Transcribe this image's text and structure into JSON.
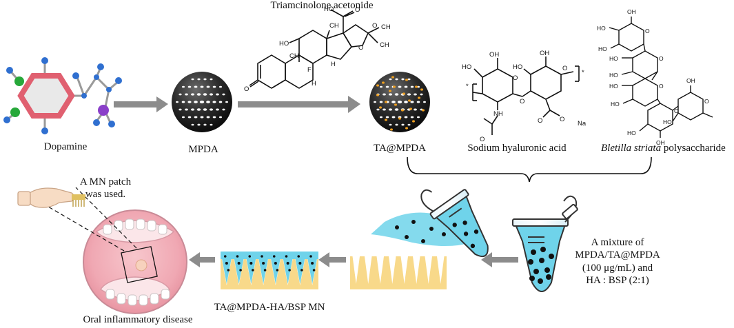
{
  "labels": {
    "triamcinolone": "Triamcinolone acetonide",
    "dopamine": "Dopamine",
    "mpda": "MPDA",
    "ta_mpda": "TA@MPDA",
    "sodium_ha": "Sodium hyaluronic acid",
    "bsp_italic": "Bletilla striata",
    "bsp_rest": " polysaccharide",
    "mn_patch_line1": "A MN patch",
    "mn_patch_line2": "was used.",
    "mixture_line1": "A mixture of",
    "mixture_line2": "MPDA/TA@MPDA",
    "mixture_line3": "(100 μg/mL) and",
    "mixture_line4": "HA : BSP (2:1)",
    "mn_product": "TA@MPDA-HA/BSP MN",
    "oral_disease": "Oral inflammatory disease"
  },
  "structure_text": {
    "ho": "HO",
    "o": "O",
    "oh": "OH",
    "h": "H",
    "f": "F",
    "ch3": "CH",
    "nh": "NH",
    "star": "*",
    "na": "Na",
    "coo": "O"
  },
  "colors": {
    "arrow": "#8c8c8c",
    "dopamine_ring": "#e06070",
    "atom_blue": "#2f6fd0",
    "atom_green": "#27a83a",
    "atom_purple": "#8a3fc9",
    "sphere_dark": "#2b2b2b",
    "gold_particles": "#f0a020",
    "cyan_gel": "#6fd3ea",
    "mn_base": "#f8d98a",
    "mouth_pink": "#f3b5bf"
  }
}
